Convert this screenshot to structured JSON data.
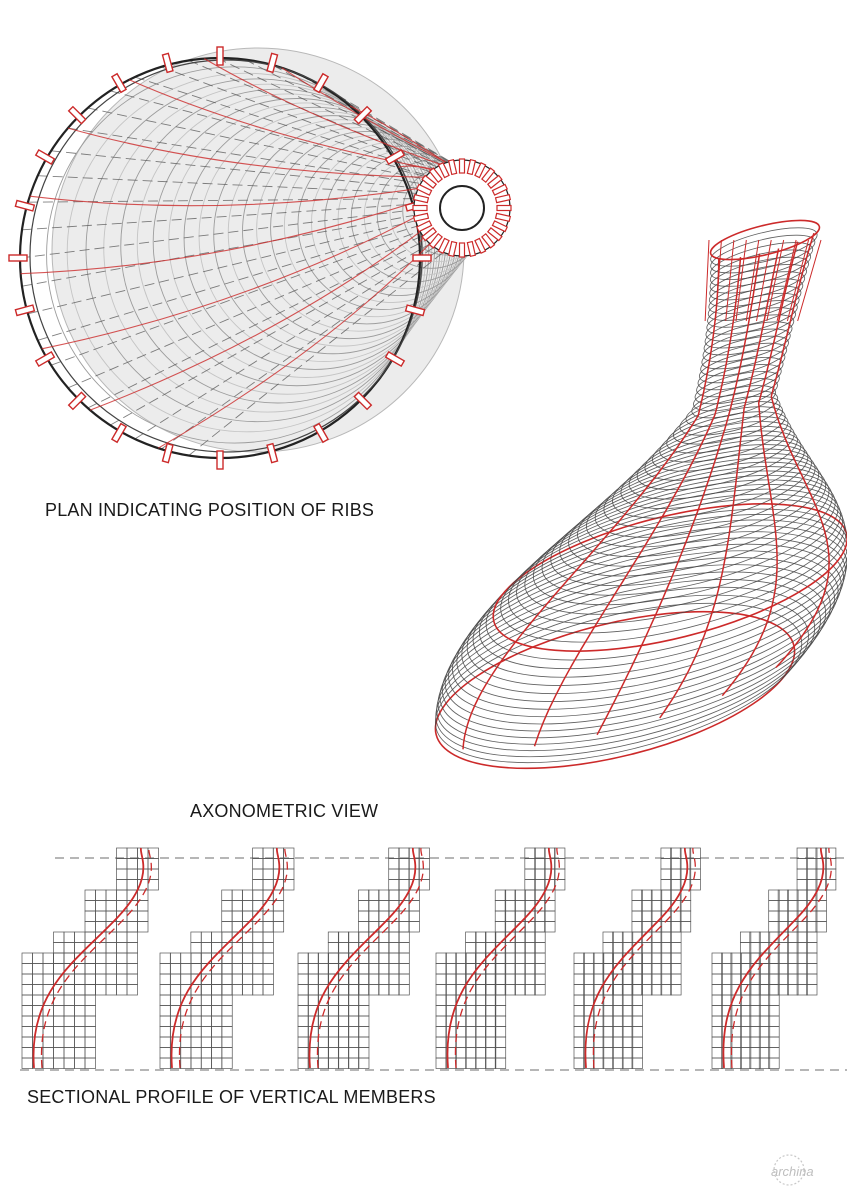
{
  "captions": {
    "plan": "PLAN INDICATING POSITION OF RIBS",
    "axonometric": "AXONOMETRIC VIEW",
    "section": "SECTIONAL PROFILE OF VERTICAL MEMBERS"
  },
  "watermark": {
    "text": "archina"
  },
  "colors": {
    "rib_red": "#cc2a2a",
    "mesh_dark": "#444444",
    "mesh_grey": "#b8b8b8",
    "ground_line": "#8a8a8a"
  },
  "counts": {
    "plan_rib_markers": 24,
    "section_profiles": 6
  }
}
